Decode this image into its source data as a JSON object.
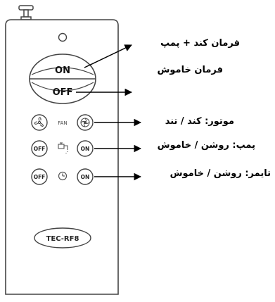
{
  "remote": {
    "model": "TEC-RF8",
    "buttons": {
      "on": "ON",
      "off": "OFF",
      "fan": "FAN",
      "pump_off": "OFF",
      "pump_on": "ON",
      "timer_off": "OFF",
      "timer_on": "ON"
    }
  },
  "annotations": [
    {
      "id": "on_command",
      "text": "فرمان کند + پمپ"
    },
    {
      "id": "off_command",
      "text": "فرمان خاموش"
    },
    {
      "id": "motor",
      "text": "موتور: کند / تند"
    },
    {
      "id": "pump",
      "text": "پمپ: روشن / خاموش"
    },
    {
      "id": "timer",
      "text": "تایمر: روشن / خاموش"
    }
  ]
}
